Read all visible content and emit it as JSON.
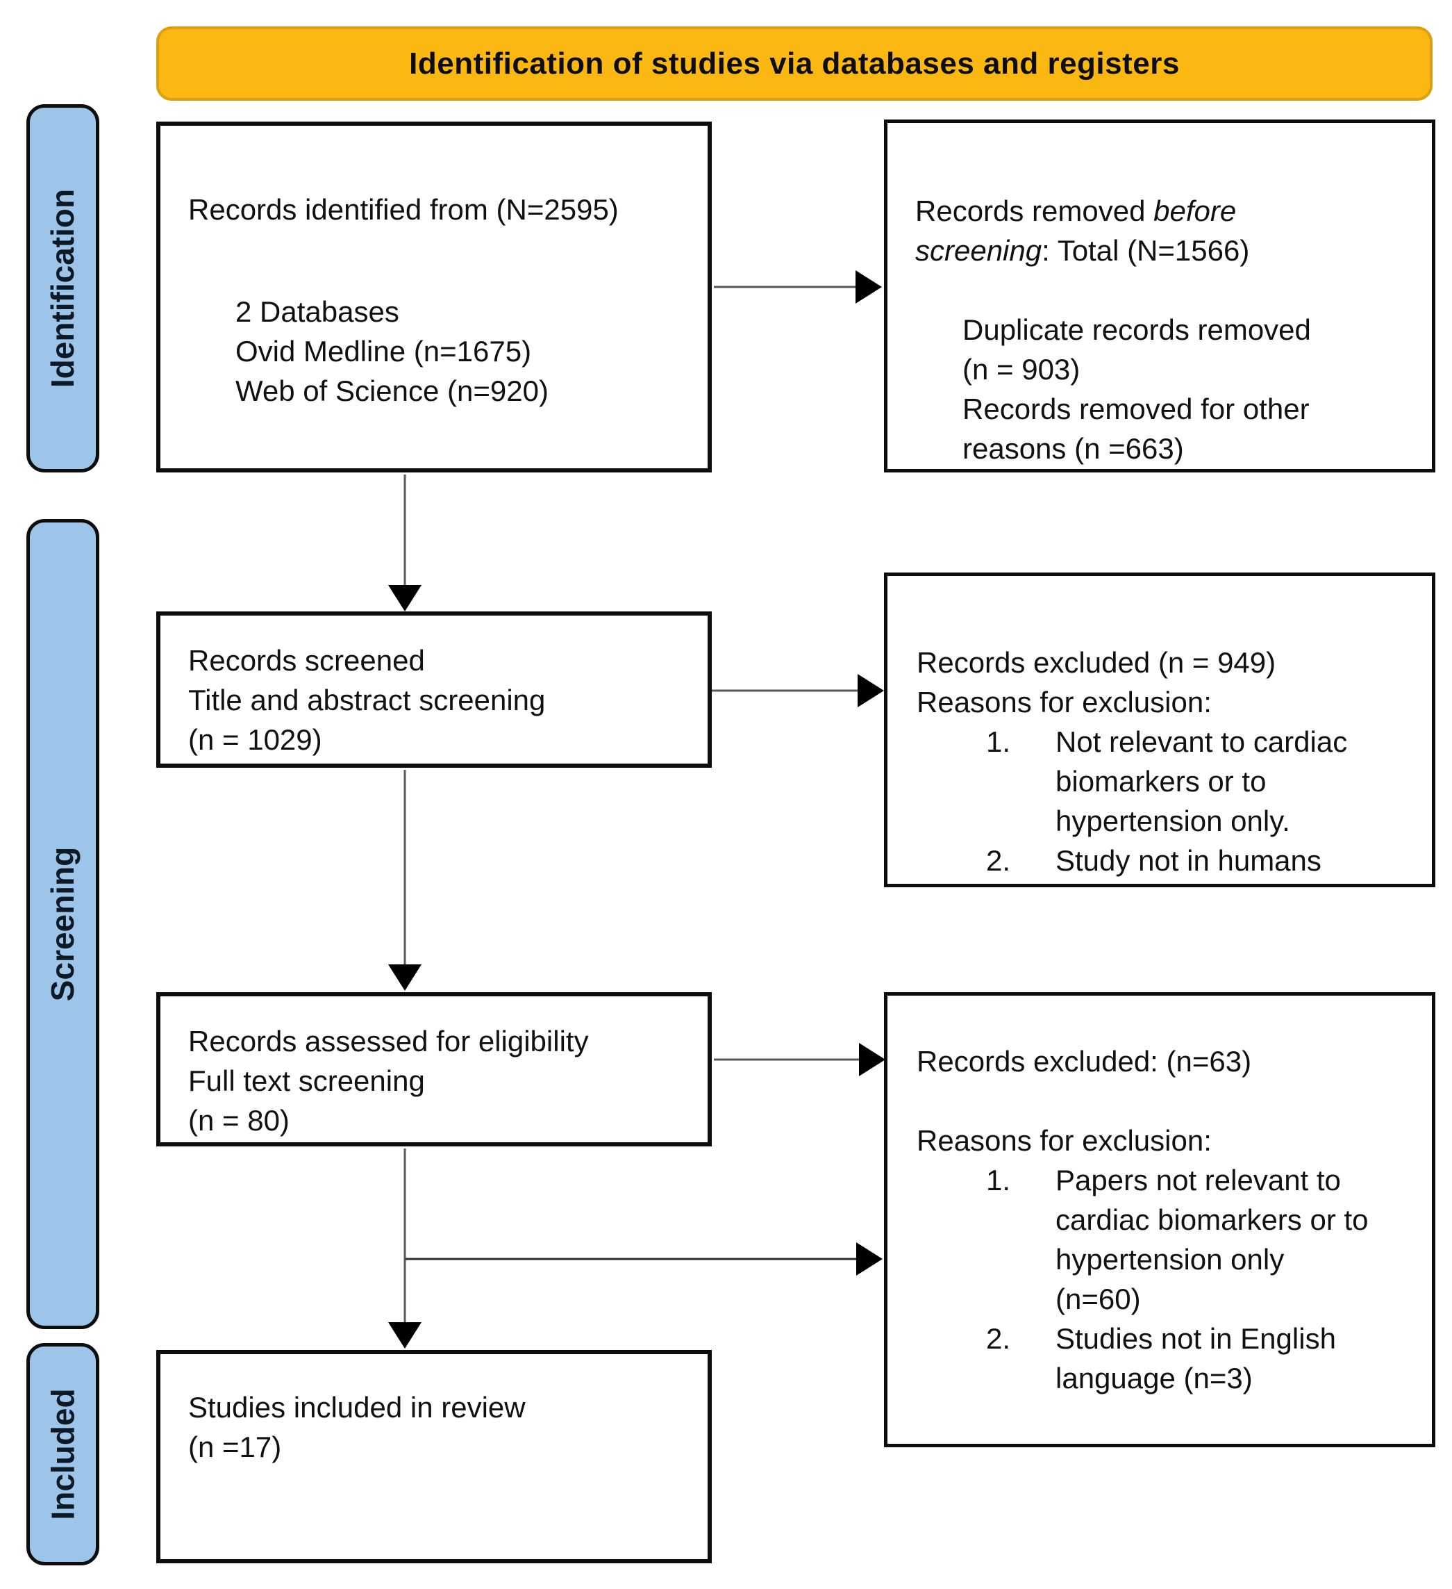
{
  "header": {
    "title": "Identification of studies via databases and registers"
  },
  "stages": {
    "identification": "Identification",
    "screening": "Screening",
    "included": "Included"
  },
  "boxes": {
    "identified": {
      "line1": "Records identified from (N=2595)",
      "sub_lines": [
        "2 Databases",
        "Ovid Medline (n=1675)",
        "Web of Science (n=920)"
      ]
    },
    "removed_before_screening": {
      "line1_normal": "Records removed ",
      "line1_italic": "before",
      "line2_italic": "screening",
      "line2_normal": ": Total (N=1566)",
      "sub_lines": [
        "Duplicate records removed",
        "(n = 903)",
        "Records removed for other",
        "reasons (n =663)"
      ]
    },
    "screened": {
      "lines": [
        "Records screened",
        "Title and abstract screening",
        "(n = 1029)"
      ]
    },
    "excluded_screening": {
      "line1": "Records excluded (n = 949)",
      "line2": "Reasons for exclusion:",
      "items": [
        {
          "num": "1.",
          "lines": [
            "Not relevant to cardiac",
            "biomarkers or to",
            "hypertension only."
          ]
        },
        {
          "num": "2.",
          "lines": [
            "Study not in humans"
          ]
        }
      ]
    },
    "assessed": {
      "lines": [
        "Records assessed for eligibility",
        "Full text screening",
        "(n = 80)"
      ]
    },
    "excluded_fulltext": {
      "line1": "Records excluded: (n=63)",
      "line2": "Reasons for exclusion:",
      "items": [
        {
          "num": "1.",
          "lines": [
            "Papers not relevant to",
            "cardiac biomarkers or to",
            "hypertension only",
            "(n=60)"
          ]
        },
        {
          "num": "2.",
          "lines": [
            "Studies not in English",
            "language (n=3)"
          ]
        }
      ]
    },
    "included": {
      "lines": [
        "Studies included in review",
        "(n =17)"
      ]
    }
  },
  "colors": {
    "banner_fill": "#FBB813",
    "banner_border": "#DC9F10",
    "stage_fill": "#9CC5E9",
    "box_border": "#0D0D0D",
    "arrow_line": "#595959",
    "arrowhead": "#000000",
    "text": "#111111"
  }
}
